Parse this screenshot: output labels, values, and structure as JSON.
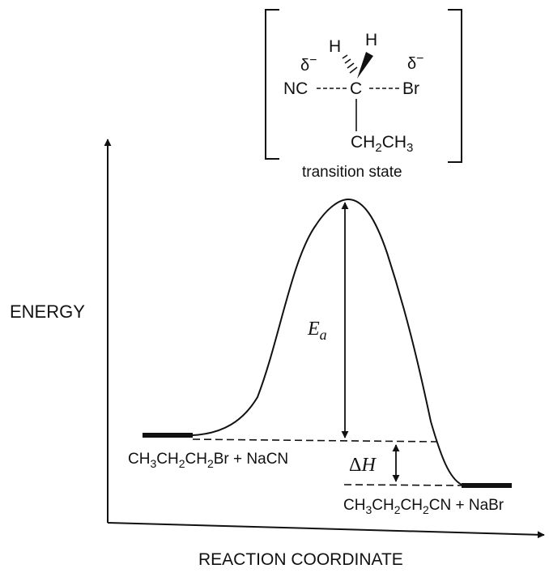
{
  "axes": {
    "y_label": "ENERGY",
    "x_label": "REACTION COORDINATE"
  },
  "transition_state": {
    "caption": "transition state",
    "delta_left": "δ",
    "delta_left_sign": "−",
    "delta_right": "δ",
    "delta_right_sign": "−",
    "h_left": "H",
    "h_right": "H",
    "nc": "NC",
    "carbon": "C",
    "br": "Br",
    "ethyl": {
      "p1": "CH",
      "sub": "2",
      "p2": "CH",
      "sub2": "3"
    }
  },
  "reactants": {
    "p1": "CH",
    "s1": "3",
    "p2": "CH",
    "s2": "2",
    "p3": "CH",
    "s3": "2",
    "p4": "Br + NaCN"
  },
  "products": {
    "p1": "CH",
    "s1": "3",
    "p2": "CH",
    "s2": "2",
    "p3": "CH",
    "s3": "2",
    "p4": "CN + NaBr"
  },
  "labels": {
    "ea": "E",
    "ea_sub": "a",
    "dh_delta": "Δ",
    "dh": "H"
  },
  "colors": {
    "ink": "#111111",
    "background": "#ffffff"
  }
}
